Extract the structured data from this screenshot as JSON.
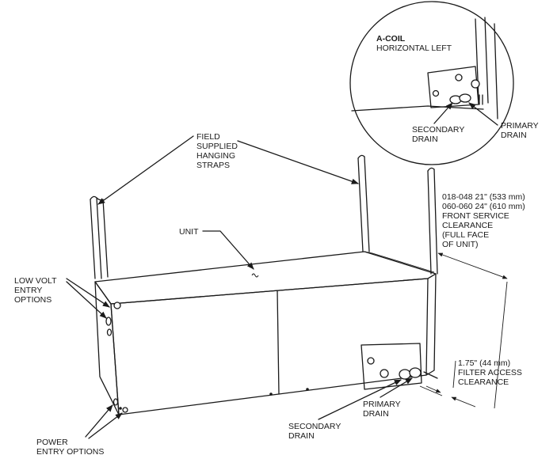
{
  "inset": {
    "title": "A-COIL",
    "subtitle": "HORIZONTAL LEFT",
    "secondary_drain": [
      "SECONDARY",
      "DRAIN"
    ],
    "primary_drain": [
      "PRIMARY",
      "DRAIN"
    ]
  },
  "labels": {
    "hanging_straps": [
      "FIELD",
      "SUPPLIED",
      "HANGING",
      "STRAPS"
    ],
    "unit": "UNIT",
    "low_volt": [
      "LOW VOLT",
      "ENTRY",
      "OPTIONS"
    ],
    "power_entry": [
      "POWER",
      "ENTRY OPTIONS"
    ],
    "secondary_drain": [
      "SECONDARY",
      "DRAIN"
    ],
    "primary_drain": [
      "PRIMARY",
      "DRAIN"
    ],
    "front_clearance": [
      "018-048   21\" (533 mm)",
      "060-060  24\" (610 mm)",
      "FRONT SERVICE",
      "CLEARANCE",
      "(FULL FACE",
      "OF UNIT)"
    ],
    "filter_clearance": [
      "1.75\" (44 mm)",
      "FILTER ACCESS",
      "CLEARANCE"
    ]
  }
}
